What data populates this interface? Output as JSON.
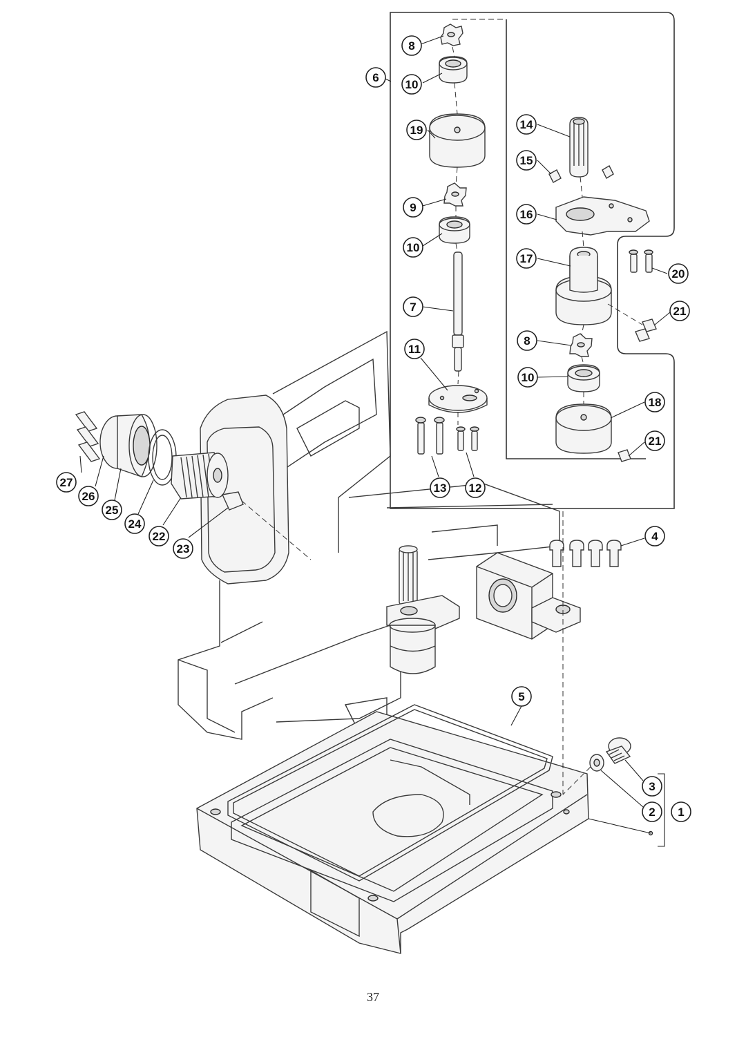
{
  "page_number": "37",
  "callouts": [
    {
      "id": "c8a",
      "label": "8"
    },
    {
      "id": "c6",
      "label": "6"
    },
    {
      "id": "c10a",
      "label": "10"
    },
    {
      "id": "c19",
      "label": "19"
    },
    {
      "id": "c14",
      "label": "14"
    },
    {
      "id": "c15",
      "label": "15"
    },
    {
      "id": "c9",
      "label": "9"
    },
    {
      "id": "c16",
      "label": "16"
    },
    {
      "id": "c10b",
      "label": "10"
    },
    {
      "id": "c17",
      "label": "17"
    },
    {
      "id": "c20",
      "label": "20"
    },
    {
      "id": "c7",
      "label": "7"
    },
    {
      "id": "c21a",
      "label": "21"
    },
    {
      "id": "c8b",
      "label": "8"
    },
    {
      "id": "c11",
      "label": "11"
    },
    {
      "id": "c10c",
      "label": "10"
    },
    {
      "id": "c18",
      "label": "18"
    },
    {
      "id": "c21b",
      "label": "21"
    },
    {
      "id": "c13",
      "label": "13"
    },
    {
      "id": "c12",
      "label": "12"
    },
    {
      "id": "c27",
      "label": "27"
    },
    {
      "id": "c26",
      "label": "26"
    },
    {
      "id": "c25",
      "label": "25"
    },
    {
      "id": "c24",
      "label": "24"
    },
    {
      "id": "c22",
      "label": "22"
    },
    {
      "id": "c23",
      "label": "23"
    },
    {
      "id": "c4",
      "label": "4"
    },
    {
      "id": "c5",
      "label": "5"
    },
    {
      "id": "c3",
      "label": "3"
    },
    {
      "id": "c2",
      "label": "2"
    },
    {
      "id": "c1",
      "label": "1"
    }
  ]
}
